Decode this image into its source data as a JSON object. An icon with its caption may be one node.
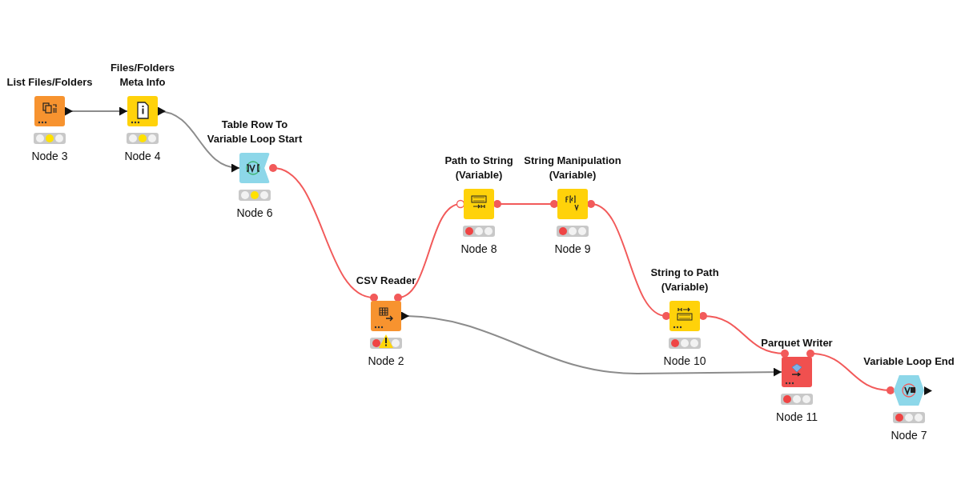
{
  "diagram": {
    "nodes": [
      {
        "text": [
          "List Files/Folders",
          "Node 3"
        ]
      },
      {
        "text": [
          "Files/Folders Meta Info",
          "Node 4"
        ]
      },
      {
        "text": [
          "Table Row To Variable Loop Start",
          "Node 6"
        ]
      },
      {
        "text": [
          "CSV Reader",
          "Node 2"
        ]
      },
      {
        "text": [
          "Path to String (Variable)",
          "Node 8"
        ]
      },
      {
        "text": [
          "String Manipulation (Variable)",
          "Node 9"
        ]
      },
      {
        "text": [
          "String to Path (Variable)",
          "Node 10"
        ]
      },
      {
        "text": [
          "Parquet Writer",
          "Node 11"
        ]
      },
      {
        "text": [
          "Variable Loop End",
          "Node 7"
        ]
      }
    ],
    "edges": [
      {
        "from": 0,
        "to": 1,
        "arrow": "to",
        "color": "#8c8c8c"
      },
      {
        "from": 1,
        "to": 2,
        "arrow": "to",
        "color": "#8c8c8c"
      },
      {
        "from": 2,
        "to": 3,
        "arrow": "other"
      },
      {
        "from": 3,
        "to": 4,
        "arrow": "other"
      },
      {
        "from": 4,
        "to": 5,
        "arrow": "other"
      },
      {
        "from": 5,
        "to": 6,
        "arrow": "other"
      },
      {
        "from": 6,
        "to": 7,
        "arrow": "other"
      },
      {
        "from": 7,
        "to": 8,
        "arrow": "other"
      },
      {
        "from": 3,
        "to": 7,
        "arrow": "to",
        "color": "#8c8c8c"
      }
    ]
  }
}
